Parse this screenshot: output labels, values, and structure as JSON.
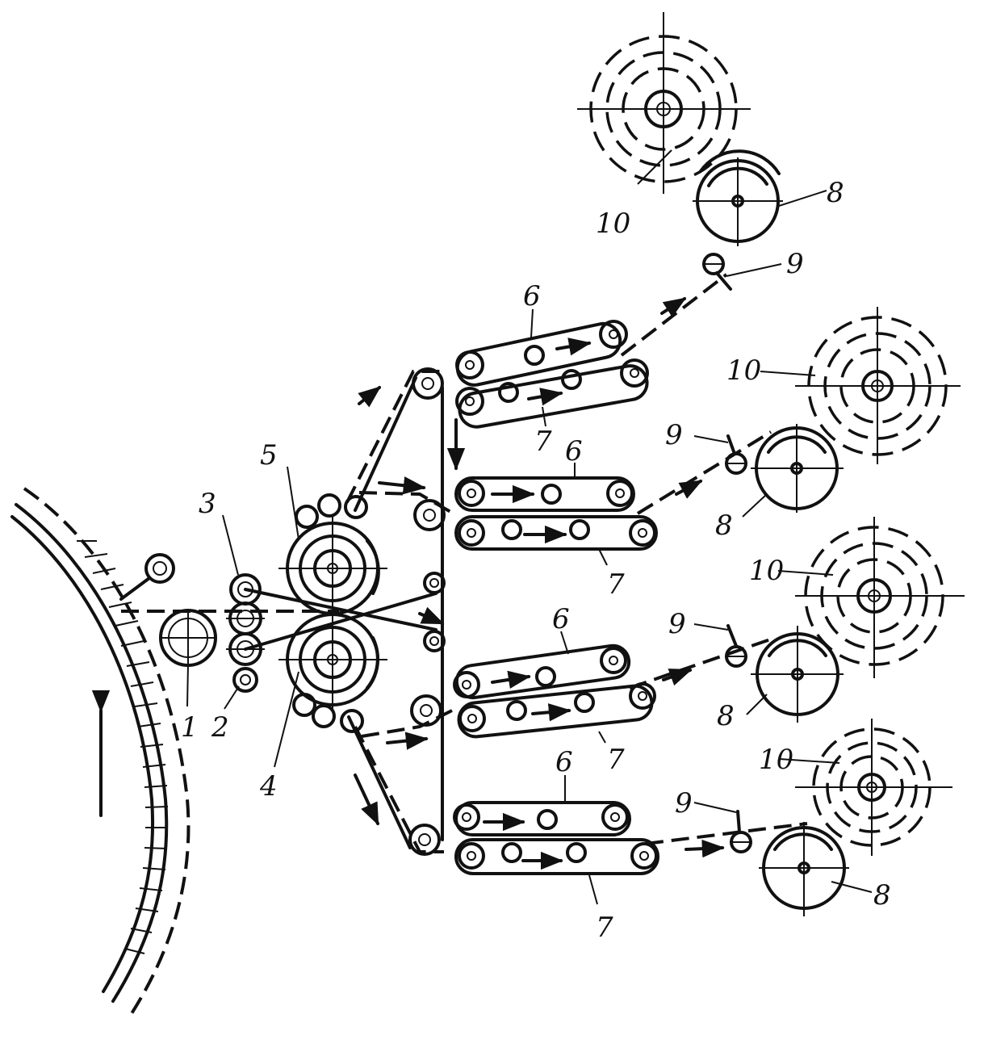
{
  "labels": {
    "l1": "1",
    "l2": "2",
    "l3": "3",
    "l4": "4",
    "l5": "5",
    "l6a": "6",
    "l6b": "6",
    "l6c": "6",
    "l6d": "6",
    "l7a": "7",
    "l7b": "7",
    "l7c": "7",
    "l7d": "7",
    "l8a": "8",
    "l8b": "8",
    "l8c": "8",
    "l8d": "8",
    "l9a": "9",
    "l9b": "9",
    "l9c": "9",
    "l9d": "9",
    "l10a": "10",
    "l10b": "10",
    "l10c": "10",
    "l10d": "10"
  }
}
